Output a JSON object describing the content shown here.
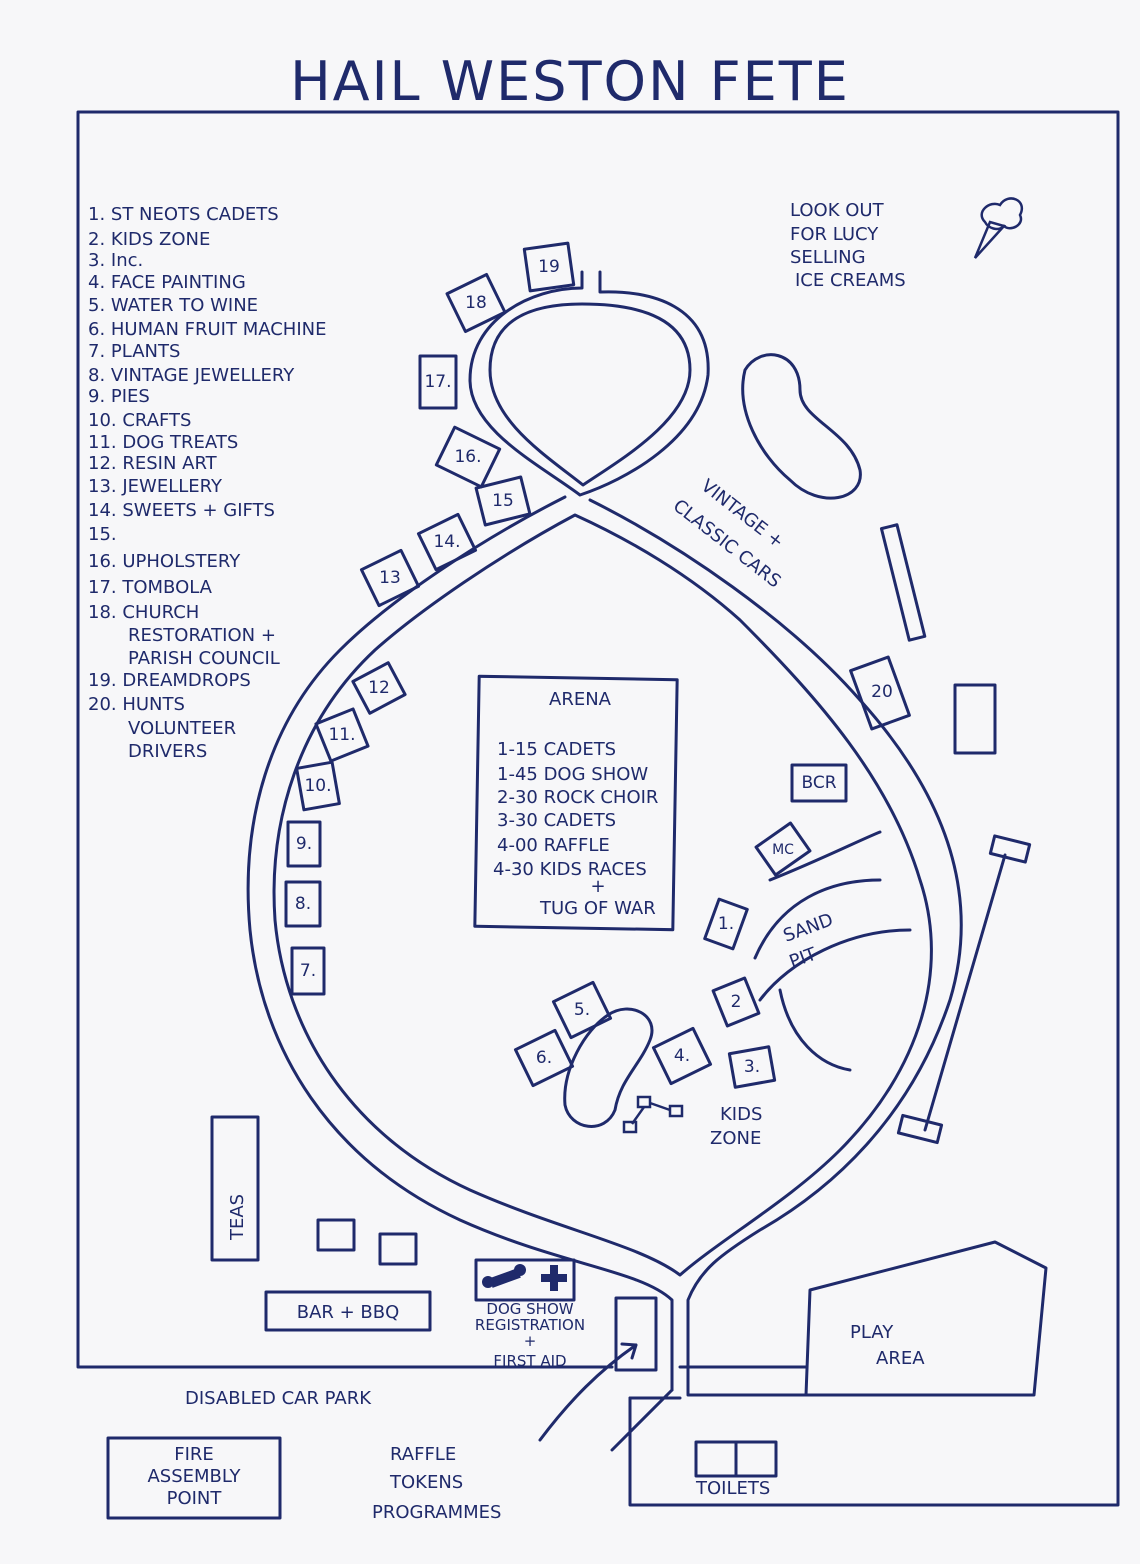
{
  "title": "HAIL WESTON FETE",
  "legend": [
    "1. ST NEOTS CADETS",
    "2. KIDS ZONE",
    "3. Inc.",
    "4. FACE PAINTING",
    "5. WATER TO WINE",
    "6. HUMAN FRUIT MACHINE",
    "7. PLANTS",
    "8. VINTAGE JEWELLERY",
    "9. PIES",
    "10. CRAFTS",
    "11. DOG TREATS",
    "12. RESIN ART",
    "13. JEWELLERY",
    "14. SWEETS + GIFTS",
    "15.",
    "16. UPHOLSTERY",
    "17. TOMBOLA",
    "18. CHURCH",
    "RESTORATION +",
    "PARISH COUNCIL",
    "19. DREAMDROPS",
    "20. HUNTS",
    "VOLUNTEER",
    "DRIVERS"
  ],
  "ice_cream_note": [
    "LOOK OUT",
    "FOR LUCY",
    "SELLING",
    "ICE CREAMS"
  ],
  "arena": {
    "label": "ARENA",
    "schedule": [
      "1-15 CADETS",
      "1-45 DOG SHOW",
      "2-30 ROCK CHOIR",
      "3-30 CADETS",
      "4-00 RAFFLE",
      "4-30 KIDS RACES",
      "+",
      "TUG OF WAR"
    ]
  },
  "stalls": [
    "1.",
    "2",
    "3.",
    "4.",
    "5.",
    "6.",
    "7.",
    "8.",
    "9.",
    "10.",
    "11.",
    "12",
    "13",
    "14.",
    "15",
    "16.",
    "17.",
    "18",
    "19",
    "20"
  ],
  "areas": {
    "vintage_cars": [
      "VINTAGE +",
      "CLASSIC CARS"
    ],
    "bcr": "BCR",
    "mc": "MC",
    "sand_pit": [
      "SAND",
      "PIT"
    ],
    "kids_zone": [
      "KIDS",
      "ZONE"
    ],
    "teas": "TEAS",
    "bar_bbq": "BAR + BBQ",
    "dog_show": [
      "DOG SHOW",
      "REGISTRATION",
      "+",
      "FIRST AID"
    ],
    "play_area": [
      "PLAY",
      "AREA"
    ],
    "disabled_car_park": "DISABLED CAR PARK",
    "fire_assembly": [
      "FIRE",
      "ASSEMBLY",
      "POINT"
    ],
    "raffle": [
      "RAFFLE",
      "TOKENS",
      "PROGRAMMES"
    ],
    "toilets": "TOILETS"
  }
}
